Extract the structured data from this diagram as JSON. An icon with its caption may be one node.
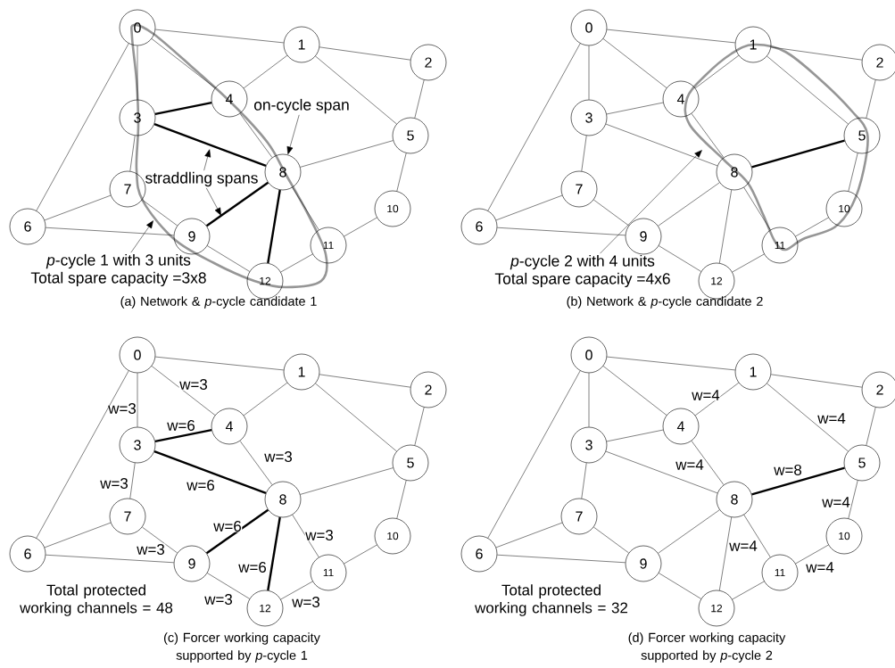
{
  "diagram": {
    "nodes": [
      {
        "text": [
          "0"
        ]
      },
      {
        "text": [
          "1"
        ]
      },
      {
        "text": [
          "2"
        ]
      },
      {
        "text": [
          "3"
        ]
      },
      {
        "text": [
          "4"
        ]
      },
      {
        "text": [
          "5"
        ]
      },
      {
        "text": [
          "6"
        ]
      },
      {
        "text": [
          "7"
        ]
      },
      {
        "text": [
          "8"
        ]
      },
      {
        "text": [
          "9"
        ]
      },
      {
        "text": [
          "10"
        ]
      },
      {
        "text": [
          "11"
        ]
      },
      {
        "text": [
          "12"
        ]
      },
      {
        "text": [
          "on-cycle span"
        ]
      },
      {
        "text": [
          "straddling spans"
        ]
      },
      {
        "text": [
          "*p*-cycle 1 with 3 units",
          "Total spare capacity =3x8"
        ]
      },
      {
        "text": [
          "0"
        ]
      },
      {
        "text": [
          "1"
        ]
      },
      {
        "text": [
          "2"
        ]
      },
      {
        "text": [
          "3"
        ]
      },
      {
        "text": [
          "4"
        ]
      },
      {
        "text": [
          "5"
        ]
      },
      {
        "text": [
          "6"
        ]
      },
      {
        "text": [
          "7"
        ]
      },
      {
        "text": [
          "8"
        ]
      },
      {
        "text": [
          "9"
        ]
      },
      {
        "text": [
          "10"
        ]
      },
      {
        "text": [
          "11"
        ]
      },
      {
        "text": [
          "12"
        ]
      },
      {
        "text": [
          "*p*-cycle 2 with 4 units",
          "Total spare capacity =4x6"
        ]
      },
      {
        "text": [
          "0"
        ]
      },
      {
        "text": [
          "1"
        ]
      },
      {
        "text": [
          "2"
        ]
      },
      {
        "text": [
          "3"
        ]
      },
      {
        "text": [
          "4"
        ]
      },
      {
        "text": [
          "5"
        ]
      },
      {
        "text": [
          "6"
        ]
      },
      {
        "text": [
          "7"
        ]
      },
      {
        "text": [
          "8"
        ]
      },
      {
        "text": [
          "9"
        ]
      },
      {
        "text": [
          "10"
        ]
      },
      {
        "text": [
          "11"
        ]
      },
      {
        "text": [
          "12"
        ]
      },
      {
        "text": [
          "0"
        ]
      },
      {
        "text": [
          "1"
        ]
      },
      {
        "text": [
          "2"
        ]
      },
      {
        "text": [
          "3"
        ]
      },
      {
        "text": [
          "4"
        ]
      },
      {
        "text": [
          "5"
        ]
      },
      {
        "text": [
          "6"
        ]
      },
      {
        "text": [
          "7"
        ]
      },
      {
        "text": [
          "8"
        ]
      },
      {
        "text": [
          "9"
        ]
      },
      {
        "text": [
          "10"
        ]
      },
      {
        "text": [
          "11"
        ]
      },
      {
        "text": [
          "12"
        ]
      }
    ],
    "edges": [
      {
        "from": 0,
        "to": 1,
        "arrow": "none"
      },
      {
        "from": 0,
        "to": 3,
        "arrow": "none"
      },
      {
        "from": 0,
        "to": 4,
        "arrow": "none"
      },
      {
        "from": 0,
        "to": 6,
        "arrow": "none"
      },
      {
        "from": 1,
        "to": 2,
        "arrow": "none"
      },
      {
        "from": 1,
        "to": 4,
        "arrow": "none"
      },
      {
        "from": 1,
        "to": 5,
        "arrow": "none"
      },
      {
        "from": 2,
        "to": 5,
        "arrow": "none"
      },
      {
        "from": 3,
        "to": 4,
        "arrow": "none",
        "style": "thick"
      },
      {
        "from": 3,
        "to": 7,
        "arrow": "none"
      },
      {
        "from": 3,
        "to": 8,
        "arrow": "none",
        "style": "thick"
      },
      {
        "from": 4,
        "to": 8,
        "arrow": "none"
      },
      {
        "from": 5,
        "to": 8,
        "arrow": "none"
      },
      {
        "from": 5,
        "to": 10,
        "arrow": "none"
      },
      {
        "from": 6,
        "to": 7,
        "arrow": "none"
      },
      {
        "from": 6,
        "to": 9,
        "arrow": "none"
      },
      {
        "from": 7,
        "to": 9,
        "arrow": "none"
      },
      {
        "from": 8,
        "to": 9,
        "arrow": "none",
        "style": "thick"
      },
      {
        "from": 8,
        "to": 11,
        "arrow": "none"
      },
      {
        "from": 8,
        "to": 12,
        "arrow": "none",
        "style": "thick"
      },
      {
        "from": 9,
        "to": 12,
        "arrow": "none"
      },
      {
        "from": 10,
        "to": 11,
        "arrow": "none"
      },
      {
        "from": 11,
        "to": 12,
        "arrow": "none"
      },
      {
        "from": 13,
        "to": 8,
        "arrow": "to"
      },
      {
        "from": 14,
        "to": null,
        "arrow": "to"
      },
      {
        "from": 14,
        "to": null,
        "arrow": "to"
      },
      {
        "from": 15,
        "to": null,
        "arrow": "to"
      },
      {
        "from": 16,
        "to": 17,
        "arrow": "none"
      },
      {
        "from": 16,
        "to": 19,
        "arrow": "none"
      },
      {
        "from": 16,
        "to": 20,
        "arrow": "none"
      },
      {
        "from": 16,
        "to": 22,
        "arrow": "none"
      },
      {
        "from": 17,
        "to": 18,
        "arrow": "none"
      },
      {
        "from": 17,
        "to": 20,
        "arrow": "none"
      },
      {
        "from": 17,
        "to": 21,
        "arrow": "none"
      },
      {
        "from": 18,
        "to": 21,
        "arrow": "none"
      },
      {
        "from": 19,
        "to": 20,
        "arrow": "none"
      },
      {
        "from": 19,
        "to": 23,
        "arrow": "none"
      },
      {
        "from": 19,
        "to": 24,
        "arrow": "none"
      },
      {
        "from": 20,
        "to": 24,
        "arrow": "none"
      },
      {
        "from": 21,
        "to": 24,
        "arrow": "none",
        "style": "thick"
      },
      {
        "from": 21,
        "to": 26,
        "arrow": "none"
      },
      {
        "from": 22,
        "to": 23,
        "arrow": "none"
      },
      {
        "from": 22,
        "to": 25,
        "arrow": "none"
      },
      {
        "from": 23,
        "to": 25,
        "arrow": "none"
      },
      {
        "from": 24,
        "to": 25,
        "arrow": "none"
      },
      {
        "from": 24,
        "to": 27,
        "arrow": "none"
      },
      {
        "from": 24,
        "to": 28,
        "arrow": "none"
      },
      {
        "from": 25,
        "to": 28,
        "arrow": "none"
      },
      {
        "from": 26,
        "to": 27,
        "arrow": "none"
      },
      {
        "from": 27,
        "to": 28,
        "arrow": "none"
      },
      {
        "from": 29,
        "to": null,
        "arrow": "to"
      },
      {
        "from": 30,
        "to": 31,
        "arrow": "none"
      },
      {
        "from": 30,
        "to": 33,
        "arrow": "none",
        "label": "w=3"
      },
      {
        "from": 30,
        "to": 34,
        "arrow": "none",
        "label": "w=3"
      },
      {
        "from": 30,
        "to": 36,
        "arrow": "none"
      },
      {
        "from": 31,
        "to": 32,
        "arrow": "none"
      },
      {
        "from": 31,
        "to": 34,
        "arrow": "none"
      },
      {
        "from": 31,
        "to": 35,
        "arrow": "none"
      },
      {
        "from": 32,
        "to": 35,
        "arrow": "none"
      },
      {
        "from": 33,
        "to": 34,
        "arrow": "none",
        "style": "thick",
        "label": "w=6"
      },
      {
        "from": 33,
        "to": 37,
        "arrow": "none",
        "label": "w=3"
      },
      {
        "from": 33,
        "to": 38,
        "arrow": "none",
        "style": "thick",
        "label": "w=6"
      },
      {
        "from": 34,
        "to": 38,
        "arrow": "none",
        "label": "w=3"
      },
      {
        "from": 35,
        "to": 38,
        "arrow": "none"
      },
      {
        "from": 35,
        "to": 40,
        "arrow": "none"
      },
      {
        "from": 36,
        "to": 37,
        "arrow": "none"
      },
      {
        "from": 36,
        "to": 39,
        "arrow": "none"
      },
      {
        "from": 37,
        "to": 39,
        "arrow": "none",
        "label": "w=3"
      },
      {
        "from": 38,
        "to": 39,
        "arrow": "none",
        "style": "thick",
        "label": "w=6"
      },
      {
        "from": 38,
        "to": 41,
        "arrow": "none",
        "label": "w=3"
      },
      {
        "from": 38,
        "to": 42,
        "arrow": "none",
        "style": "thick",
        "label": "w=6"
      },
      {
        "from": 39,
        "to": 42,
        "arrow": "none",
        "label": "w=3"
      },
      {
        "from": 40,
        "to": 41,
        "arrow": "none"
      },
      {
        "from": 41,
        "to": 42,
        "arrow": "none",
        "label": "w=3"
      },
      {
        "from": 43,
        "to": 44,
        "arrow": "none"
      },
      {
        "from": 43,
        "to": 46,
        "arrow": "none"
      },
      {
        "from": 43,
        "to": 47,
        "arrow": "none"
      },
      {
        "from": 43,
        "to": 49,
        "arrow": "none"
      },
      {
        "from": 44,
        "to": 45,
        "arrow": "none"
      },
      {
        "from": 44,
        "to": 47,
        "arrow": "none",
        "label": "w=4"
      },
      {
        "from": 44,
        "to": 48,
        "arrow": "none",
        "label": "w=4"
      },
      {
        "from": 45,
        "to": 48,
        "arrow": "none"
      },
      {
        "from": 46,
        "to": 47,
        "arrow": "none"
      },
      {
        "from": 46,
        "to": 50,
        "arrow": "none"
      },
      {
        "from": 46,
        "to": 51,
        "arrow": "none"
      },
      {
        "from": 47,
        "to": 51,
        "arrow": "none",
        "label": "w=4"
      },
      {
        "from": 48,
        "to": 51,
        "arrow": "none",
        "style": "thick",
        "label": "w=8"
      },
      {
        "from": 48,
        "to": 53,
        "arrow": "none",
        "label": "w=4"
      },
      {
        "from": 49,
        "to": 50,
        "arrow": "none"
      },
      {
        "from": 49,
        "to": 52,
        "arrow": "none"
      },
      {
        "from": 50,
        "to": 52,
        "arrow": "none"
      },
      {
        "from": 51,
        "to": 52,
        "arrow": "none"
      },
      {
        "from": 51,
        "to": 54,
        "arrow": "none",
        "label": "w=4"
      },
      {
        "from": 51,
        "to": 55,
        "arrow": "none"
      },
      {
        "from": 52,
        "to": 55,
        "arrow": "none"
      },
      {
        "from": 53,
        "to": 54,
        "arrow": "none",
        "label": "w=4"
      },
      {
        "from": 54,
        "to": 55,
        "arrow": "none"
      }
    ],
    "labels": [
      "(a) Network & *p*-cycle candidate 1",
      "(b) Network & *p*-cycle candidate 2",
      "Total protected working channels = 48",
      "Total protected working channels = 32",
      "(c) Forcer working capacity supported by *p*-cycle 1",
      "(d) Forcer working capacity supported by *p*-cycle 2"
    ]
  }
}
